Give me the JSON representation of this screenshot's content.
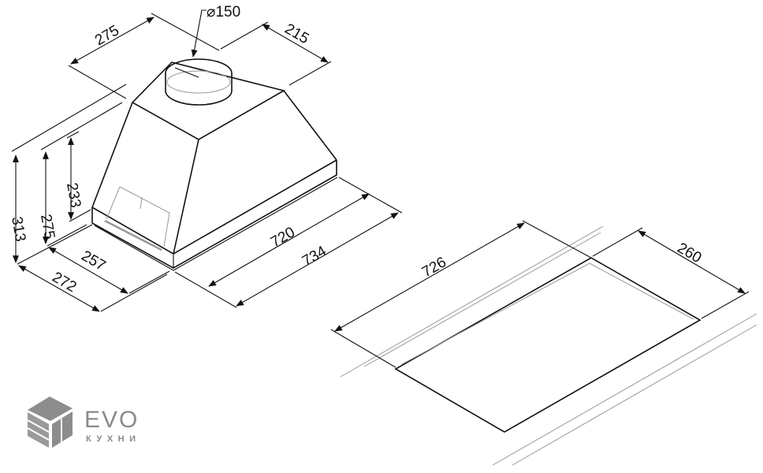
{
  "diagram": {
    "hood_view": {
      "duct_diameter": "⌀150",
      "top_depth": "275",
      "top_width": "215",
      "height_total": "313",
      "height_body": "275",
      "height_upper": "233",
      "depth_inner": "257",
      "depth_outer": "272",
      "width_inner": "720",
      "width_outer": "734"
    },
    "cutout_view": {
      "width": "726",
      "depth": "260"
    }
  },
  "logo": {
    "brand": "EVO",
    "subtitle": "КУХНИ"
  }
}
